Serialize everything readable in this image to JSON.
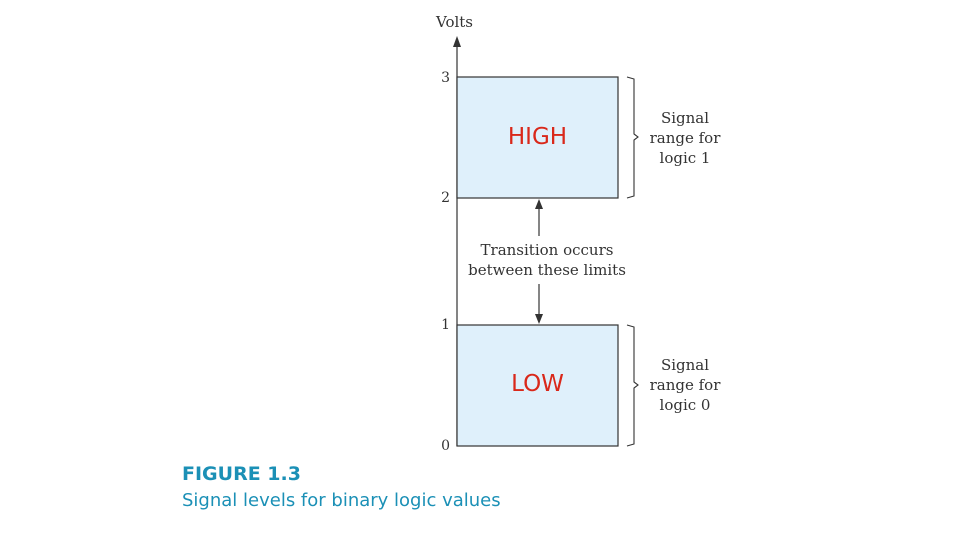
{
  "axis": {
    "title": "Volts",
    "ticks": [
      "0",
      "1",
      "2",
      "3"
    ]
  },
  "levels": {
    "high": {
      "label": "HIGH",
      "range_label_lines": [
        "Signal",
        "range for",
        "logic 1"
      ],
      "from_volts": 2,
      "to_volts": 3
    },
    "low": {
      "label": "LOW",
      "range_label_lines": [
        "Signal",
        "range for",
        "logic 0"
      ],
      "from_volts": 0,
      "to_volts": 1
    }
  },
  "transition": {
    "note_lines": [
      "Transition occurs",
      "between these limits"
    ]
  },
  "figure": {
    "number": "FIGURE 1.3",
    "caption": "Signal levels for binary logic values"
  },
  "colors": {
    "box_fill": "#dff0fb",
    "level_text": "#d9281a",
    "caption": "#1b90b6"
  }
}
